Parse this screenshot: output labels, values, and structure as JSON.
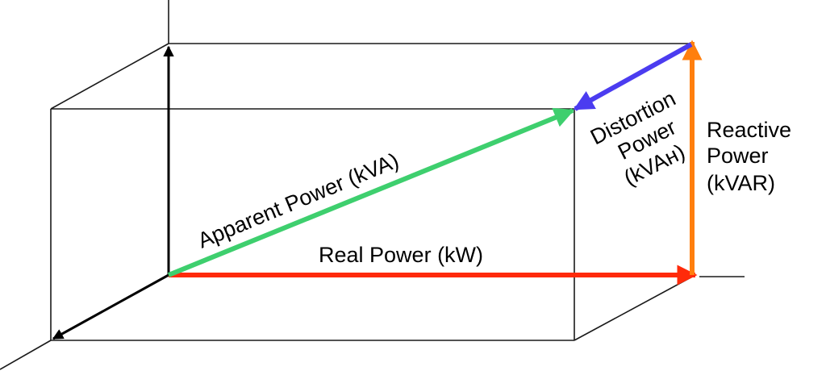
{
  "diagram": {
    "title": "Power triangle with distortion component",
    "vectors": {
      "apparent": {
        "label": "Apparent Power (kVA)",
        "color": "#3ecf6e"
      },
      "real": {
        "label": "Real Power (kW)",
        "color": "#ff2a0a"
      },
      "reactive": {
        "label_lines": [
          "Reactive",
          "Power",
          "(kVAR)"
        ],
        "color": "#ff7f0e"
      },
      "distortion": {
        "label_lines": [
          "Distortion",
          "Power",
          "(kVAн)"
        ],
        "color": "#4b3cf0"
      }
    },
    "axes": {
      "color": "#000000",
      "items": [
        "vertical-axis-arrow",
        "depth-axis-arrow"
      ]
    }
  }
}
